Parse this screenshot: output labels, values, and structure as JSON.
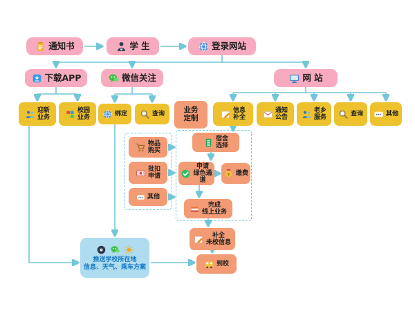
{
  "colors": {
    "pink": "#F8ABBE",
    "yellow": "#EEC22E",
    "orange": "#F29B74",
    "blue_box": "#AFDCEE",
    "arrow": "#72C6D9",
    "text_dark": "#222222",
    "blue_text": "#1779C4"
  },
  "nodes": {
    "notice": "通知书",
    "student": "学 生",
    "login": "登录网站",
    "download_app": "下载APP",
    "wechat_follow": "微信关注",
    "website": "网 站",
    "welcome_biz": "迎新\n业务",
    "campus_biz": "校园\n业务",
    "bind": "绑定",
    "wechat_query": "查询",
    "biz_custom": "业务\n定制",
    "info_complete": "信息\n补全",
    "notice_board": "通知\n公告",
    "hometown_service": "老乡\n服务",
    "site_query": "查询",
    "site_other": "其他",
    "goods_purchase": "物品\n购买",
    "batch_deduction": "批扣\n申请",
    "left_other": "其他",
    "dorm_select": "宿舍\n选择",
    "green_channel": "申请\n绿色通道",
    "pay_fee": "缴费",
    "finish_online": "完成\n线上业务",
    "complete_unverified": "补全\n未校信息",
    "arrive_school": "到校",
    "push_info": "推送学校所在地\n信息、天气、乘车方案"
  }
}
